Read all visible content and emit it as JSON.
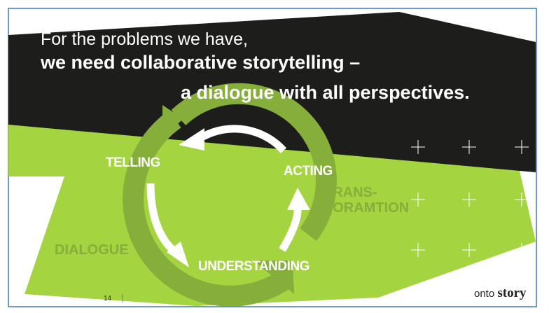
{
  "slide": {
    "title_line1": "For the problems we have,",
    "title_line2": "we need collaborative storytelling –",
    "title_line3": "a dialogue with all perspectives.",
    "cycle": {
      "telling": "TELLING",
      "acting": "ACTING",
      "understanding": "UNDERSTANDING"
    },
    "dialogue_label": "DIALOGUE",
    "transformation_line1": "TRANS-",
    "transformation_line2": "FORAMTION",
    "page_number": "14",
    "logo_part1": "onto",
    "logo_part2": "story"
  },
  "colors": {
    "black": "#1d1d1b",
    "green": "#a5d441",
    "dark_green": "#86ae3a",
    "frame": "#3b7fb5"
  }
}
